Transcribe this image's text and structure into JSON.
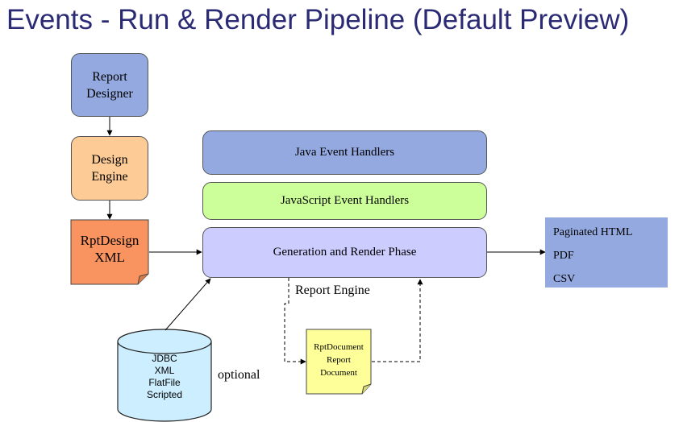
{
  "title": "Events - Run & Render Pipeline (Default Preview)",
  "nodes": {
    "report_designer": "Report\nDesigner",
    "design_engine": "Design\nEngine",
    "rptdesign_xml": "RptDesign\nXML",
    "java_handlers": "Java Event Handlers",
    "javascript_handlers": "JavaScript Event Handlers",
    "generation_render": "Generation and Render Phase",
    "report_engine": "Report Engine",
    "rptdocument": "RptDocument\nReport\nDocument",
    "data_sources": [
      "JDBC",
      "XML",
      "FlatFile",
      "Scripted"
    ],
    "optional": "optional",
    "outputs": [
      "Paginated HTML",
      "PDF",
      "CSV"
    ]
  },
  "colors": {
    "title": "#2b2a74",
    "report_designer": "#93a9e0",
    "design_engine": "#fdcb95",
    "rptdesign_xml": "#f9935f",
    "java_handlers": "#93a9e0",
    "javascript_handlers": "#ccff99",
    "generation_render": "#ccccff",
    "rptdocument": "#ffff99",
    "database": "#cceeff",
    "outputs": "#93a9e0"
  }
}
